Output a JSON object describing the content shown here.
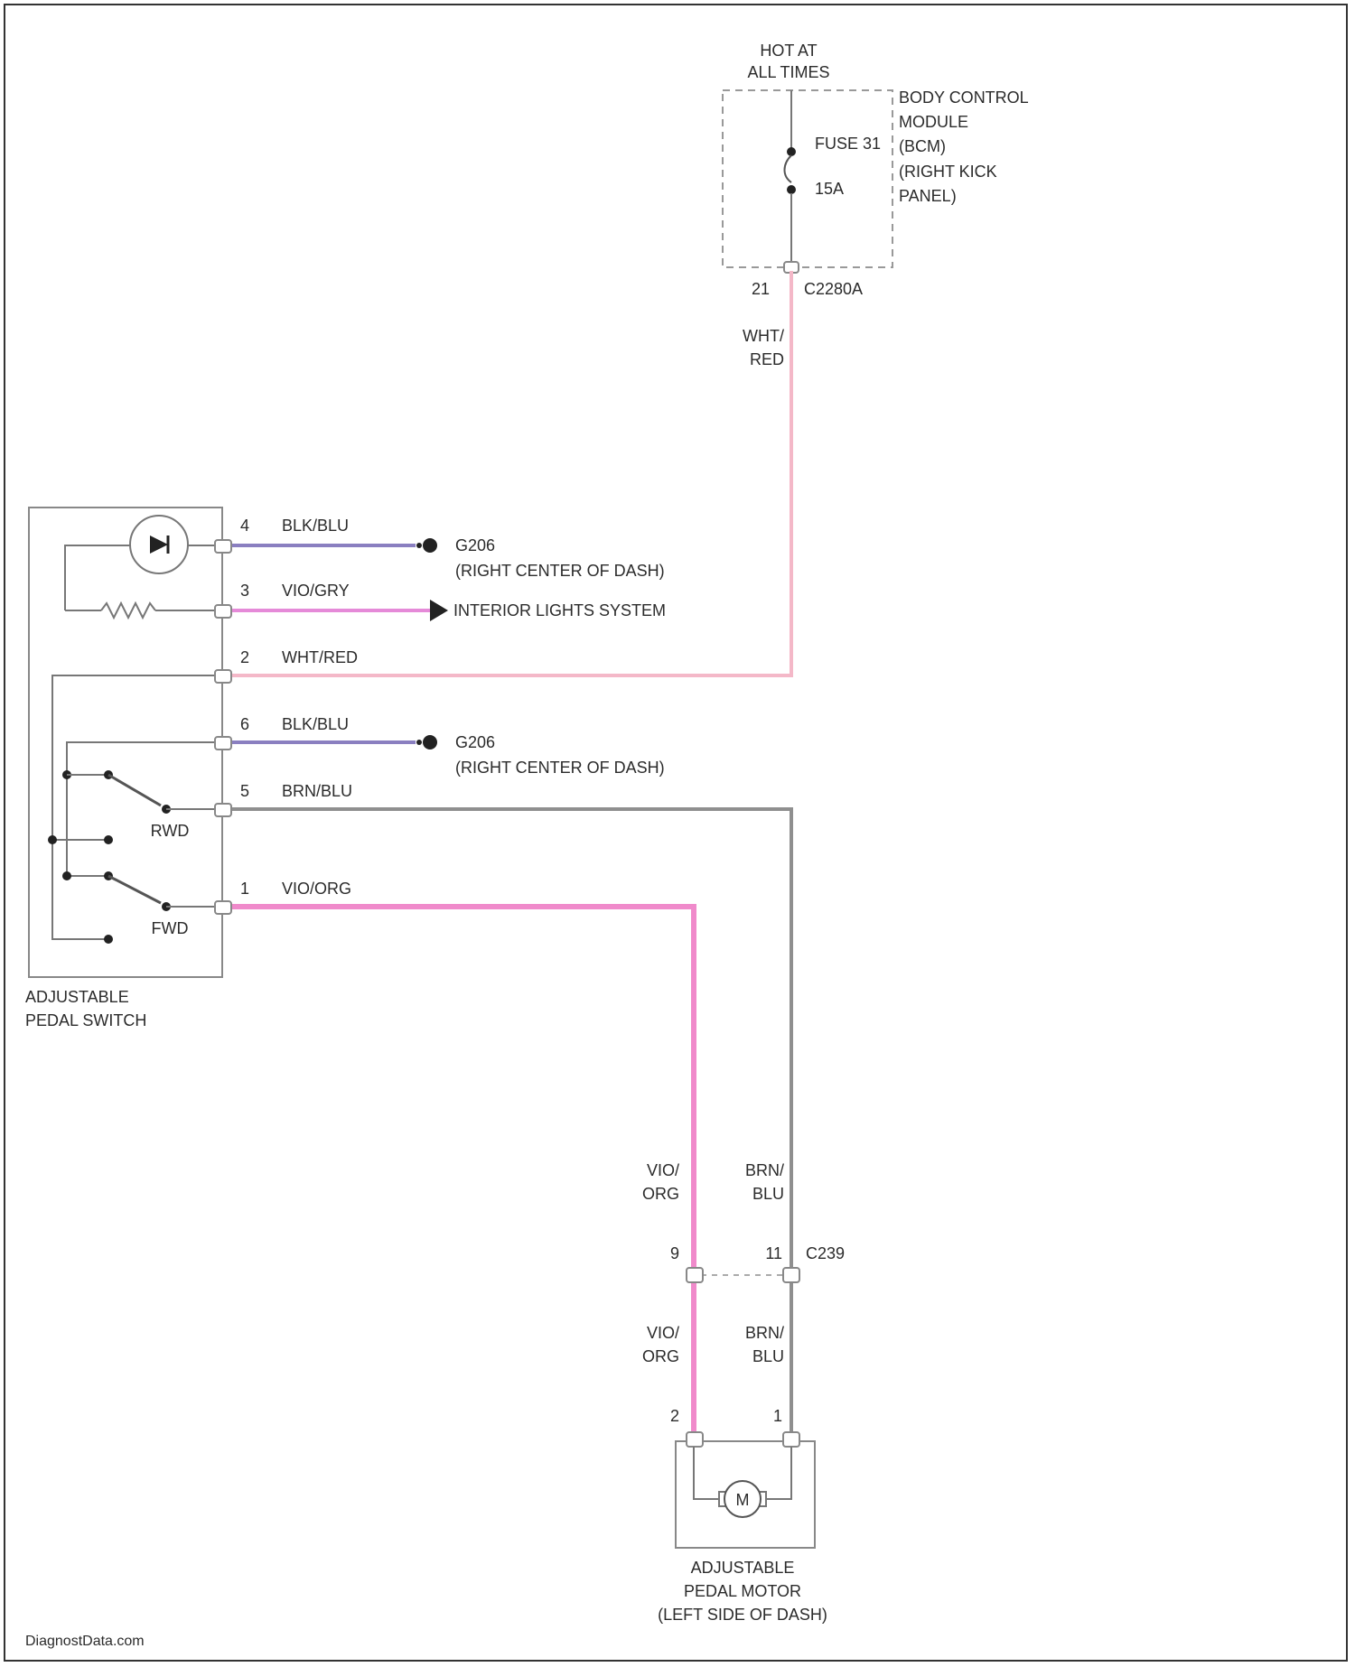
{
  "colors": {
    "wht_red": "#f4b8c8",
    "vio_gry": "#e58ad8",
    "vio_org": "#f08acb",
    "blk_blu": "#8a7fc0",
    "brn_blu": "#8f8f8f",
    "component": "#888888",
    "ink": "#2b2b2b"
  },
  "power": {
    "hot_line1": "HOT AT",
    "hot_line2": "ALL TIMES",
    "bcm_lines": [
      "BODY CONTROL",
      "MODULE",
      "(BCM)",
      "(RIGHT KICK",
      "PANEL)"
    ],
    "fuse_name": "FUSE 31",
    "fuse_rating": "15A",
    "pin": "21",
    "connector": "C2280A"
  },
  "feed_wire": {
    "line1": "WHT/",
    "line2": "RED"
  },
  "switch": {
    "name_line1": "ADJUSTABLE",
    "name_line2": "PEDAL SWITCH",
    "rwd_label": "RWD",
    "fwd_label": "FWD",
    "circuits": [
      {
        "pin": "4",
        "color": "BLK/BLU",
        "dest_line1": "G206",
        "dest_line2": "(RIGHT CENTER OF DASH)"
      },
      {
        "pin": "3",
        "color": "VIO/GRY",
        "dest_line1": "INTERIOR LIGHTS SYSTEM",
        "dest_line2": ""
      },
      {
        "pin": "2",
        "color": "WHT/RED",
        "dest_line1": "",
        "dest_line2": ""
      },
      {
        "pin": "6",
        "color": "BLK/BLU",
        "dest_line1": "G206",
        "dest_line2": "(RIGHT CENTER OF DASH)"
      },
      {
        "pin": "5",
        "color": "BRN/BLU",
        "dest_line1": "",
        "dest_line2": ""
      },
      {
        "pin": "1",
        "color": "VIO/ORG",
        "dest_line1": "",
        "dest_line2": ""
      }
    ]
  },
  "connector_c": {
    "name": "C239",
    "left_pin": "9",
    "right_pin": "11",
    "upper_left_line1": "VIO/",
    "upper_left_line2": "ORG",
    "upper_right_line1": "BRN/",
    "upper_right_line2": "BLU",
    "lower_left_line1": "VIO/",
    "lower_left_line2": "ORG",
    "lower_right_line1": "BRN/",
    "lower_right_line2": "BLU"
  },
  "motor": {
    "symbol": "M",
    "left_pin": "2",
    "right_pin": "1",
    "name_line1": "ADJUSTABLE",
    "name_line2": "PEDAL MOTOR",
    "name_line3": "(LEFT SIDE OF DASH)"
  },
  "footer": {
    "watermark": "DiagnostData.com"
  }
}
